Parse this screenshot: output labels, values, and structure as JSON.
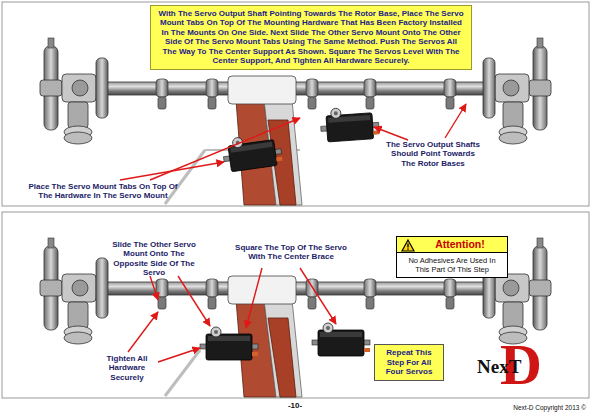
{
  "diagram": {
    "nodes": [
      {
        "text": [
          "With The Servo Output Shaft Pointing Towards The Rotor Base, Place The Servo Mount Tabs On Top Of The Mounting Hardware That Has Been Factory Installed In The Mounts On One Side. Next Slide The Other Servo Mount Onto The Other Side Of The Servo Mount Tabs Using The Same Method. Push The Servos All The Way To The Center Support As Shown. Square The Servos Level With The Center Support, And Tighten All Hardware Securely."
        ]
      },
      {
        "text": [
          "Attention!",
          "No Adhesives Are Used In This Part Of This Step"
        ]
      },
      {
        "text": [
          "Repeat This Step For All Four Servos"
        ]
      }
    ],
    "labels": [
      "The Servo Output Shafts Should Point Towards The Rotor Bases",
      "Place The Servo Mount Tabs On Top Of The Hardware In The Servo Mount",
      "Slide The Other Servo Mount Onto The Opposite Side Of The Servo",
      "Square The Top Of The Servo With The Center Brace",
      "Tighten All Hardware Securely",
      "NexT",
      "D",
      "-10-",
      "Next-D Copyright 2013 ©"
    ]
  }
}
